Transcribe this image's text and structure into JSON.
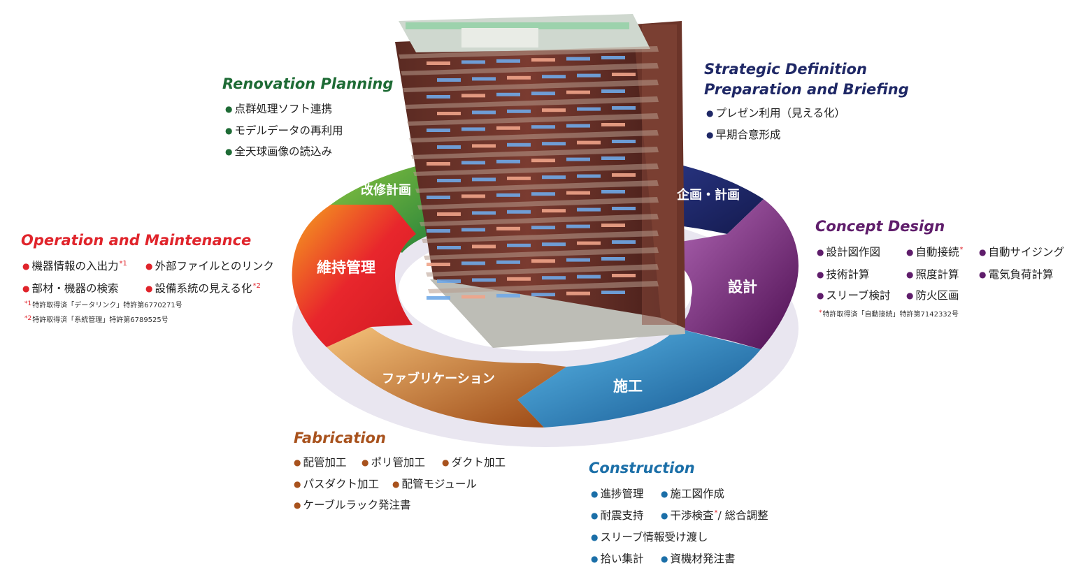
{
  "colors": {
    "renovation": "#1e6b35",
    "strategic": "#1f2866",
    "concept": "#5f1d6b",
    "construction": "#1b6fa8",
    "fabrication": "#a8521d",
    "operation": "#e0242b",
    "note_star": "#e0242b"
  },
  "cycle": {
    "segments": [
      {
        "key": "renovation",
        "label": "改修計画"
      },
      {
        "key": "strategic",
        "label": "企画・計画"
      },
      {
        "key": "concept",
        "label": "設計"
      },
      {
        "key": "construction",
        "label": "施工"
      },
      {
        "key": "fabrication",
        "label": "ファブリケーション"
      },
      {
        "key": "operation",
        "label": "維持管理"
      }
    ]
  },
  "renovation": {
    "title": "Renovation Planning",
    "items": [
      [
        "点群処理ソフト連携"
      ],
      [
        "モデルデータの再利用"
      ],
      [
        "全天球画像の読込み"
      ]
    ]
  },
  "strategic": {
    "title_line1": "Strategic Definition",
    "title_line2": "Preparation and Briefing",
    "items": [
      [
        "プレゼン利用（見える化）"
      ],
      [
        "早期合意形成"
      ]
    ]
  },
  "concept": {
    "title": "Concept Design",
    "items": [
      [
        "設計図作図",
        "自動接続",
        "自動サイジング"
      ],
      [
        "技術計算",
        "照度計算",
        "電気負荷計算"
      ],
      [
        "スリーブ検討",
        "防火区画"
      ]
    ],
    "star_auto": "*",
    "note": "特許取得済「自動接続」特許第7142332号",
    "note_star": "*"
  },
  "operation": {
    "title": "Operation and Maintenance",
    "items": [
      [
        "機器情報の入出力",
        "外部ファイルとのリンク"
      ],
      [
        "部材・機器の検索",
        "設備系統の見える化"
      ]
    ],
    "star1": "*1",
    "star2": "*2",
    "note1_star": "*1",
    "note1": "特許取得済「データリンク」特許第6770271号",
    "note2_star": "*2",
    "note2": "特許取得済「系統管理」特許第6789525号"
  },
  "fabrication": {
    "title": "Fabrication",
    "items": [
      [
        "配管加工",
        "ポリ管加工",
        "ダクト加工"
      ],
      [
        "パスダクト加工",
        "配管モジュール"
      ],
      [
        "ケーブルラック発注書"
      ]
    ]
  },
  "construction": {
    "title": "Construction",
    "items": [
      [
        "進捗管理",
        "施工図作成"
      ],
      [
        "耐震支持",
        "干渉検査",
        "/ 総合調整"
      ],
      [
        "スリーブ情報受け渡し"
      ],
      [
        "拾い集計",
        "資機材発注書"
      ]
    ],
    "star_interference": "*"
  },
  "building": {
    "icon": "building-bim-model-icon"
  }
}
